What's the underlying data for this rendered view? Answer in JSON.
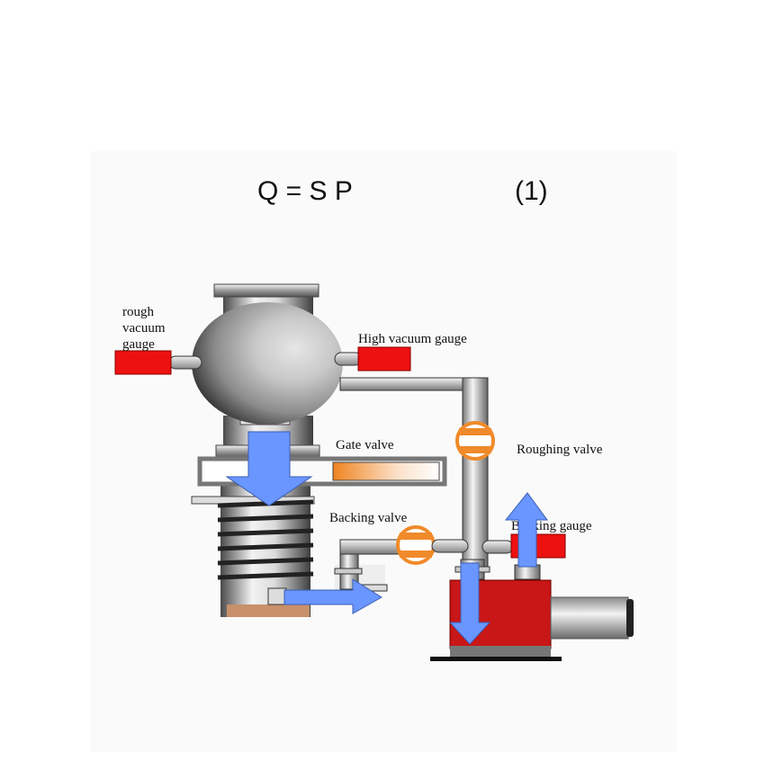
{
  "equation": {
    "formula": "Q = S P",
    "number": "(1)"
  },
  "labels": {
    "rough_gauge_line1": "rough",
    "rough_gauge_line2": "vacuum",
    "rough_gauge_line3": "gauge",
    "high_vacuum_gauge": "High vacuum  gauge",
    "gate_valve": "Gate valve",
    "roughing_valve": "Roughing valve",
    "backing_valve": "Backing valve",
    "backing_gauge": "Backing gauge"
  },
  "colors": {
    "gauge_red": "#ee1111",
    "flow_arrow_blue": "#6a96ff",
    "valve_orange": "#f08a2a",
    "pump_red": "#c91616"
  }
}
